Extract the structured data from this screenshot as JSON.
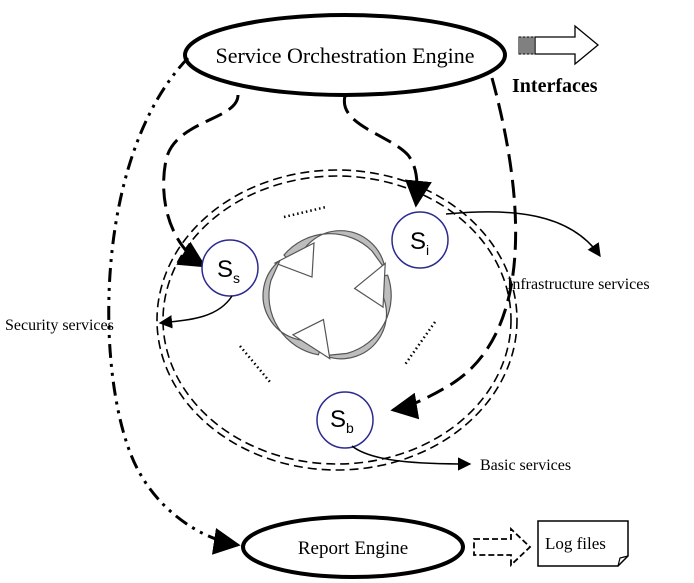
{
  "engines": {
    "orchestration": "Service Orchestration Engine",
    "report": "Report Engine"
  },
  "interfaces_label": "Interfaces",
  "log_files_label": "Log files",
  "services": {
    "security": {
      "node_base": "S",
      "node_sub": "s",
      "label": "Security services"
    },
    "infrastructure": {
      "node_base": "S",
      "node_sub": "i",
      "label": "Infrastructure services"
    },
    "basic": {
      "node_base": "S",
      "node_sub": "b",
      "label": "Basic services"
    }
  },
  "colors": {
    "node_border": "#2b2b8f",
    "cycle_arrow_fill": "#bdbdbd",
    "line": "#000000",
    "background": "#ffffff"
  }
}
